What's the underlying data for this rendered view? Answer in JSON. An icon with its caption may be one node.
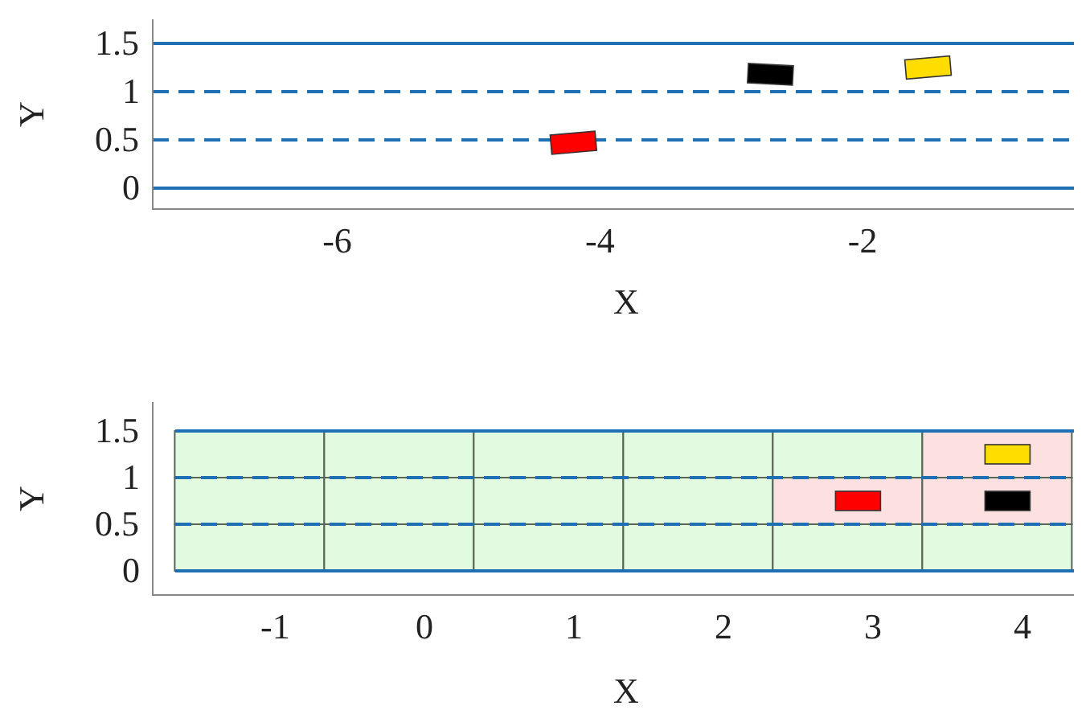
{
  "diagram": {
    "labels": [
      "1.5",
      "1",
      "0.5",
      "0",
      "Y",
      "-6",
      "-4",
      "-2",
      "X",
      "1.5",
      "1",
      "0.5",
      "0",
      "Y",
      "-1",
      "0",
      "1",
      "2",
      "3",
      "4",
      "X"
    ]
  }
}
